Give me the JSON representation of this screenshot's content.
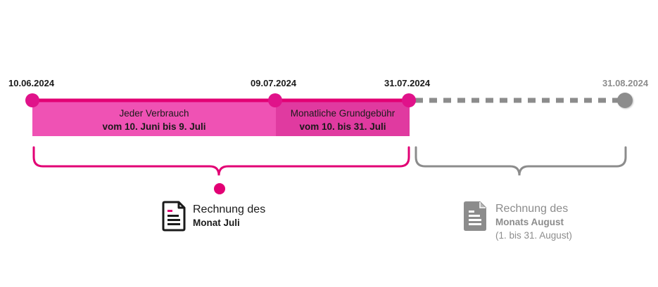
{
  "colors": {
    "magenta": "#e20074",
    "magenta_light": "#ef52b4",
    "magenta_mid": "#e03aa0",
    "grey": "#8c8c8c",
    "text": "#1a1a1a"
  },
  "dates": {
    "start": "10.06.2024",
    "mid": "09.07.2024",
    "end": "31.07.2024",
    "future": "31.08.2024"
  },
  "segments": {
    "usage": {
      "line1": "Jeder Verbrauch",
      "line2": "vom 10. Juni bis 9. Juli"
    },
    "base_fee": {
      "line1": "Monatliche Grundgebühr",
      "line2": "vom 10. bis 31. Juli"
    }
  },
  "invoices": {
    "july": {
      "line1": "Rechnung des",
      "line2": "Monat Juli",
      "icon": "document-icon"
    },
    "august": {
      "line1": "Rechnung des",
      "line2": "Monats August",
      "line3": "(1. bis 31. August)",
      "icon": "document-icon"
    }
  }
}
